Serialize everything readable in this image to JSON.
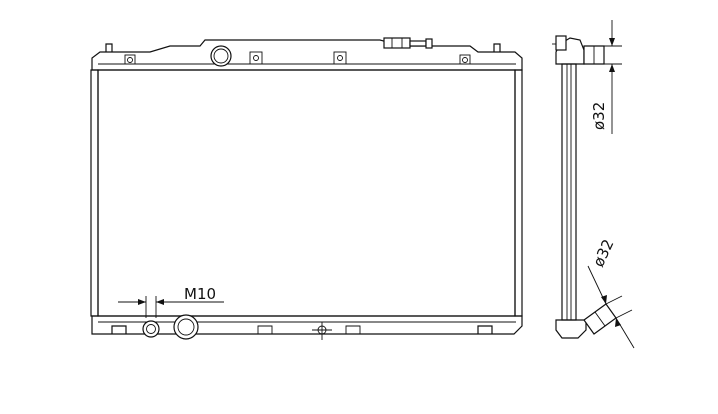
{
  "labels": {
    "thread": "M10",
    "inlet_dia": "ø32",
    "outlet_dia": "ø32"
  },
  "colors": {
    "line": "#111111",
    "background": "#ffffff"
  }
}
